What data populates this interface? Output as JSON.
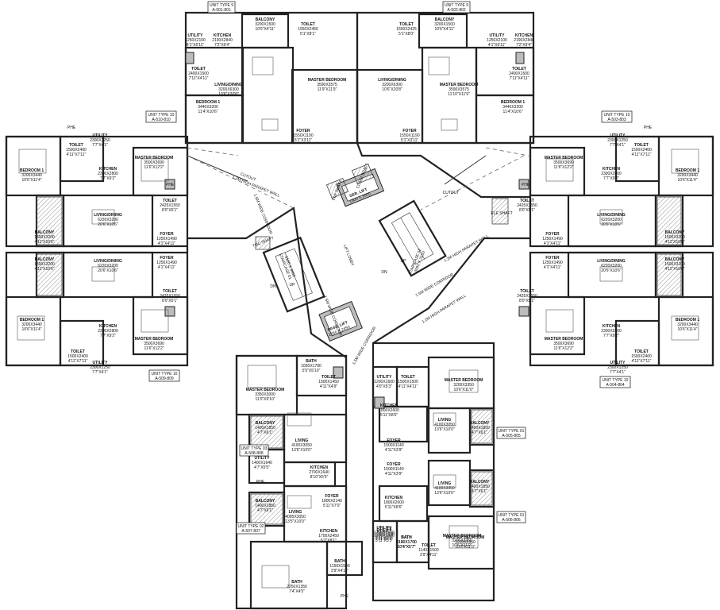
{
  "unit_tags": [
    {
      "type": "UNIT TYPE 9",
      "code": "A-501-801"
    },
    {
      "type": "UNIT TYPE 9",
      "code": "A-502-802"
    },
    {
      "type": "UNIT TYPE 10",
      "code": "A-510-810"
    },
    {
      "type": "UNIT TYPE 10",
      "code": "A-503-803"
    },
    {
      "type": "UNIT TYPE 10",
      "code": "A-509-809"
    },
    {
      "type": "UNIT TYPE 10",
      "code": "A-504-804"
    },
    {
      "type": "UNIT TYPE 01",
      "code": "A-505-805"
    },
    {
      "type": "UNIT TYPE 03",
      "code": "A-508-808"
    },
    {
      "type": "UNIT TYPE 02",
      "code": "A-507-807"
    },
    {
      "type": "UNIT TYPE 01",
      "code": "A-506-806"
    }
  ],
  "rooms": [
    {
      "name": "BALCONY",
      "dim": "3200X1500",
      "imp": "10'6\"X4'11\""
    },
    {
      "name": "TOILET",
      "dim": "1550X2450",
      "imp": "5'1\"X8'1\""
    },
    {
      "name": "UTILITY",
      "dim": "1250X2100",
      "imp": "4'1\"X6'11\""
    },
    {
      "name": "KITCHEN",
      "dim": "2190X2840",
      "imp": "7'2\"X9'4\""
    },
    {
      "name": "TOILET",
      "dim": "2400X1500",
      "imp": "7'11\"X4'11\""
    },
    {
      "name": "LIVING/DINING",
      "dim": "3200X6300",
      "imp": "10'6\"X20'8\""
    },
    {
      "name": "MASTER BEDROOM",
      "dim": "3590X3575",
      "imp": "11'9\"X11'9\""
    },
    {
      "name": "BEDROOM 1",
      "dim": "3440X3200",
      "imp": "11'4\"X10'6\""
    },
    {
      "name": "FOYER",
      "dim": "1550X1190",
      "imp": "5'1\"X3'11\""
    },
    {
      "name": "BALCONY",
      "dim": "3200X1500",
      "imp": "10'6\"X4'11\""
    },
    {
      "name": "TOILET",
      "dim": "1550X2425",
      "imp": "5'1\"X8'0\""
    },
    {
      "name": "KITCHEN",
      "dim": "2190X2840",
      "imp": "7'2\"X9'4\""
    },
    {
      "name": "UTILITY",
      "dim": "1250X2100",
      "imp": "4'1\"X6'11\""
    },
    {
      "name": "TOILET",
      "dim": "2400X1500",
      "imp": "7'11\"X4'11\""
    },
    {
      "name": "MASTER BEDROOM",
      "dim": "3590X3575",
      "imp": "11'10\"X11'9\""
    },
    {
      "name": "LIVING/DINING",
      "dim": "3200X6300",
      "imp": "10'6\"X20'8\""
    },
    {
      "name": "BEDROOM 1",
      "dim": "3440X3200",
      "imp": "11'4\"X10'6\""
    },
    {
      "name": "FOYER",
      "dim": "1550X1190",
      "imp": "5'1\"X3'11\""
    },
    {
      "name": "UTILITY",
      "dim": "2300X1250",
      "imp": "7'7\"X4'1\""
    },
    {
      "name": "TOILET",
      "dim": "1500X2400",
      "imp": "4'11\"X7'11\""
    },
    {
      "name": "KITCHEN",
      "dim": "2300X2800",
      "imp": "7'7\"X9'2\""
    },
    {
      "name": "BEDROOM 1",
      "dim": "3200X3440",
      "imp": "10'6\"X11'4\""
    },
    {
      "name": "MASTER BEDROOM",
      "dim": "3500X3690",
      "imp": "11'6\"X12'2\""
    },
    {
      "name": "TOILET",
      "dim": "2425X1550",
      "imp": "8'0\"X5'1\""
    },
    {
      "name": "BALCONY",
      "dim": "1500X3200",
      "imp": "4'11\"X10'6\""
    },
    {
      "name": "LIVING/DINING",
      "dim": "6220X3200",
      "imp": "20'6\"X10'6\""
    },
    {
      "name": "FOYER",
      "dim": "1250X1490",
      "imp": "4'1\"X4'11\""
    },
    {
      "name": "BALCONY",
      "dim": "1500X3200",
      "imp": "4'11\"X10'6\""
    },
    {
      "name": "LIVING/DINING",
      "dim": "6220X3200",
      "imp": "20'6\"X10'6\""
    },
    {
      "name": "FOYER",
      "dim": "1250X1490",
      "imp": "4'1\"X4'11\""
    },
    {
      "name": "TOILET",
      "dim": "2425X1550",
      "imp": "8'0\"X5'1\""
    },
    {
      "name": "BEDROOM 1",
      "dim": "3200X3440",
      "imp": "10'6\"X11'4\""
    },
    {
      "name": "KITCHEN",
      "dim": "2300X2800",
      "imp": "7'7\"X9'2\""
    },
    {
      "name": "MASTER BEDROOM",
      "dim": "3500X3690",
      "imp": "11'6\"X12'2\""
    },
    {
      "name": "TOILET",
      "dim": "1500X2400",
      "imp": "4'11\"X7'11\""
    },
    {
      "name": "UTILITY",
      "dim": "2300X1250",
      "imp": "7'7\"X4'1\""
    },
    {
      "name": "UTILITY",
      "dim": "2300X1250",
      "imp": "7'7\"X4'1\""
    },
    {
      "name": "TOILET",
      "dim": "1500X2400",
      "imp": "4'11\"X7'11\""
    },
    {
      "name": "KITCHEN",
      "dim": "2300X2800",
      "imp": "7'7\"X9'2\""
    },
    {
      "name": "MASTER BEDROOM",
      "dim": "3500X3690",
      "imp": "11'6\"X12'2\""
    },
    {
      "name": "BEDROOM 1",
      "dim": "3200X3440",
      "imp": "10'6\"X11'4\""
    },
    {
      "name": "TOILET",
      "dim": "2425X1550",
      "imp": "8'0\"X5'1\""
    },
    {
      "name": "BALCONY",
      "dim": "1500X3200",
      "imp": "4'11\"X10'6\""
    },
    {
      "name": "LIVING/DINING",
      "dim": "6220X3200",
      "imp": "20'6\"X10'6\""
    },
    {
      "name": "FOYER",
      "dim": "1250X1490",
      "imp": "4'1\"X4'11\""
    },
    {
      "name": "BALCONY",
      "dim": "1500X3200",
      "imp": "4'11\"X10'6\""
    },
    {
      "name": "LIVING/DINING",
      "dim": "6220X3200",
      "imp": "20'6\"X10'6\""
    },
    {
      "name": "FOYER",
      "dim": "1250X1490",
      "imp": "4'1\"X4'11\""
    },
    {
      "name": "TOILET",
      "dim": "2425X1550",
      "imp": "8'0\"X5'1\""
    },
    {
      "name": "KITCHEN",
      "dim": "2300X2800",
      "imp": "7'7\"X9'2\""
    },
    {
      "name": "MASTER BEDROOM",
      "dim": "3500X3690",
      "imp": "11'6\"X12'2\""
    },
    {
      "name": "BEDROOM 1",
      "dim": "3200X3440",
      "imp": "10'6\"X11'4\""
    },
    {
      "name": "TOILET",
      "dim": "1500X2400",
      "imp": "4'11\"X7'11\""
    },
    {
      "name": "UTILITY",
      "dim": "2300X1250",
      "imp": "7'7\"X4'1\""
    },
    {
      "name": "BATH",
      "dim": "1650X1780",
      "imp": "5'5\"X5'10\""
    },
    {
      "name": "TOILET",
      "dim": "1500X1450",
      "imp": "4'11\"X4'9\""
    },
    {
      "name": "MASTER BEDROOM",
      "dim": "3350X3000",
      "imp": "11'0\"X9'10\""
    },
    {
      "name": "BALCONY",
      "dim": "1400X1850",
      "imp": "4'7\"X6'1\""
    },
    {
      "name": "LIVING",
      "dim": "4100X3050",
      "imp": "13'6\"X10'0\""
    },
    {
      "name": "UTILITY",
      "dim": "1400X1640",
      "imp": "4'7\"X5'5\""
    },
    {
      "name": "KITCHEN",
      "dim": "2700X1640",
      "imp": "8'10\"X5'5\""
    },
    {
      "name": "FOYER",
      "dim": "1800X2140",
      "imp": "5'11\"X7'0\""
    },
    {
      "name": "BALCONY",
      "dim": "1400X1850",
      "imp": "4'7\"X6'1\""
    },
    {
      "name": "LIVING",
      "dim": "4095X3050",
      "imp": "13'5\"X10'0\""
    },
    {
      "name": "KITCHEN",
      "dim": "1700X2450",
      "imp": "5'7\"X8'1\""
    },
    {
      "name": "UTILITY",
      "dim": "1200X1600",
      "imp": "3'11\"X5'3\""
    },
    {
      "name": "BATH",
      "dim": "1150X1500",
      "imp": "3'9\"X4'11\""
    },
    {
      "name": "UTILITY",
      "dim": "1200X1600",
      "imp": "4'0\"X5'3\""
    },
    {
      "name": "MASTER BEDROOM",
      "dim": "3200X3350",
      "imp": "10'6\"X11'0\""
    },
    {
      "name": "BATH",
      "dim": "2250X1350",
      "imp": "7'4\"X4'5\""
    },
    {
      "name": "UTILITY",
      "dim": "1200X1600",
      "imp": "3'11\"X5'3\""
    },
    {
      "name": "BATH",
      "dim": "3160X1700",
      "imp": "10'4\"X5'7\""
    },
    {
      "name": "TOILET",
      "dim": "1500X1500",
      "imp": "4'11\"X4'11\""
    },
    {
      "name": "MASTER BEDROOM",
      "dim": "3200X3350",
      "imp": "10'6\"X11'0\""
    },
    {
      "name": "KITCHEN",
      "dim": "1800X2600",
      "imp": "5'11\"X8'6\""
    },
    {
      "name": "BALCONY",
      "dim": "1400X1850",
      "imp": "4'7\"X6'1\""
    },
    {
      "name": "LIVING",
      "dim": "4100X3050",
      "imp": "13'6\"X10'0\""
    },
    {
      "name": "FOYER",
      "dim": "1500X1140",
      "imp": "4'11\"X3'9\""
    },
    {
      "name": "FOYER",
      "dim": "1500X1140",
      "imp": "4'11\"X3'9\""
    },
    {
      "name": "KITCHEN",
      "dim": "1800X2600",
      "imp": "5'11\"X8'6\""
    },
    {
      "name": "LIVING",
      "dim": "4100X3050",
      "imp": "13'6\"X10'0\""
    },
    {
      "name": "BALCONY",
      "dim": "1400X1850",
      "imp": "4'7\"X6'1\""
    },
    {
      "name": "UTILITY",
      "dim": "1200X1600",
      "imp": "3'11\"X5'3\""
    },
    {
      "name": "BATH",
      "dim": "3190X1700",
      "imp": "10'6\"X5'7\""
    },
    {
      "name": "TOILET",
      "dim": "1140X1500",
      "imp": "3'9\"X4'11\""
    },
    {
      "name": "MASTER BEDROOM",
      "dim": "3200X3350",
      "imp": "10'6\"X11'0\""
    }
  ],
  "core_labels": {
    "staircase1": "STAIRCASE 01",
    "staircase1_dim": "3100 X 3000",
    "staircase2": "STAIRCASE 02",
    "staircase2_dim": "3060 X 3150",
    "pass_lift": "PASS. LIFT",
    "pass_lift_dim": "2050 X 2450",
    "ser_lift": "SER. LIFT",
    "ser_lift_dim": "1800 X 3000",
    "lift_lobby": "LIFT LOBBY",
    "corridor_a": "1.5M WIDE CORRIDOR",
    "corridor_b": "1.5M WIDE CORRIDOR",
    "corridor_c": "1.5M WIDE CORRIDOR",
    "corridor_d": "1.5M WIDE CORRIDOR",
    "parapet_a": "1.2M HIGH PARAPET WALL",
    "parapet_b": "1.2M HIGH PARAPET WALL",
    "parapet_c": "1.2M HIGH PARAPET WALL",
    "cutout_left": "CUTOUT",
    "cutout_right": "CUTOUT",
    "ele_shaft": "ELE SHAFT",
    "comm_shaft": "COMM SHAFT",
    "ele_shaft_right": "ELE SHAFT",
    "tmc_shaft": "TMC SHAFT",
    "up1": "UP",
    "dn1": "DN",
    "up2": "UP",
    "dn2": "DN",
    "phe": "PHE"
  }
}
